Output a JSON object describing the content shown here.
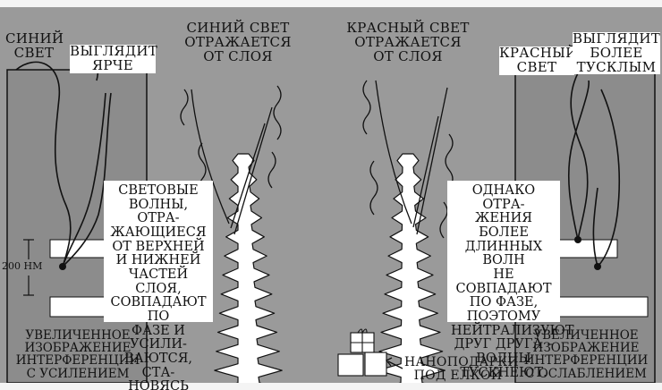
{
  "labels": {
    "blue_light": [
      "Синий",
      "свет"
    ],
    "looks_brighter": [
      "Выглядит",
      "ярче"
    ],
    "blue_reflected": [
      "Синий свет",
      "отражается",
      "от слоя"
    ],
    "red_reflected": [
      "Красный свет",
      "отражается",
      "от слоя"
    ],
    "red_light": [
      "Красный",
      "свет"
    ],
    "looks_dimmer": [
      "Выглядит",
      "более",
      "тусклым"
    ],
    "nanogifts": [
      "Наноподарки",
      "под елкой"
    ]
  },
  "explanations": {
    "left": [
      "Световые",
      "волны, отра-",
      "жающиеся",
      "от верхней",
      "и нижней",
      "частей слоя,",
      "совпадают по",
      "фазе и усили-",
      "ваются, ста-",
      "новясь ярче."
    ],
    "right": [
      "Однако отра-",
      "жения более",
      "длинных волн",
      "не совпадают",
      "по фазе,",
      "поэтому",
      "нейтрализуют",
      "друг друга –",
      "волны",
      "тускнеют."
    ]
  },
  "captions": {
    "left": [
      "Увеличенное",
      "изображение",
      "интерференции",
      "с усилением"
    ],
    "right": [
      "Увеличенное",
      "изображение",
      "интерференции",
      "с ослаблением"
    ]
  },
  "scale": {
    "label": "200 нм"
  },
  "colors": {
    "background": "#9a9a9a",
    "panel": "#8c8c8c",
    "ink": "#111111",
    "paper": "#ffffff"
  }
}
